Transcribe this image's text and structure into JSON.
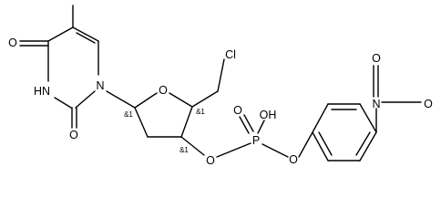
{
  "molecule": {
    "atoms": {
      "o_upper": "O",
      "nh": "HN",
      "o_lower": "O",
      "n1": "N",
      "o_ring": "O",
      "cl": "Cl",
      "o_ester": "O",
      "p": "P",
      "o_double": "O",
      "oh": "OH",
      "o_phenyl": "O",
      "n_nitro": "N",
      "o_nitro_1": "O",
      "o_nitro_2": "O"
    },
    "stereo_labels": {
      "c1": "&1",
      "c4": "&1",
      "c3": "&1"
    }
  }
}
